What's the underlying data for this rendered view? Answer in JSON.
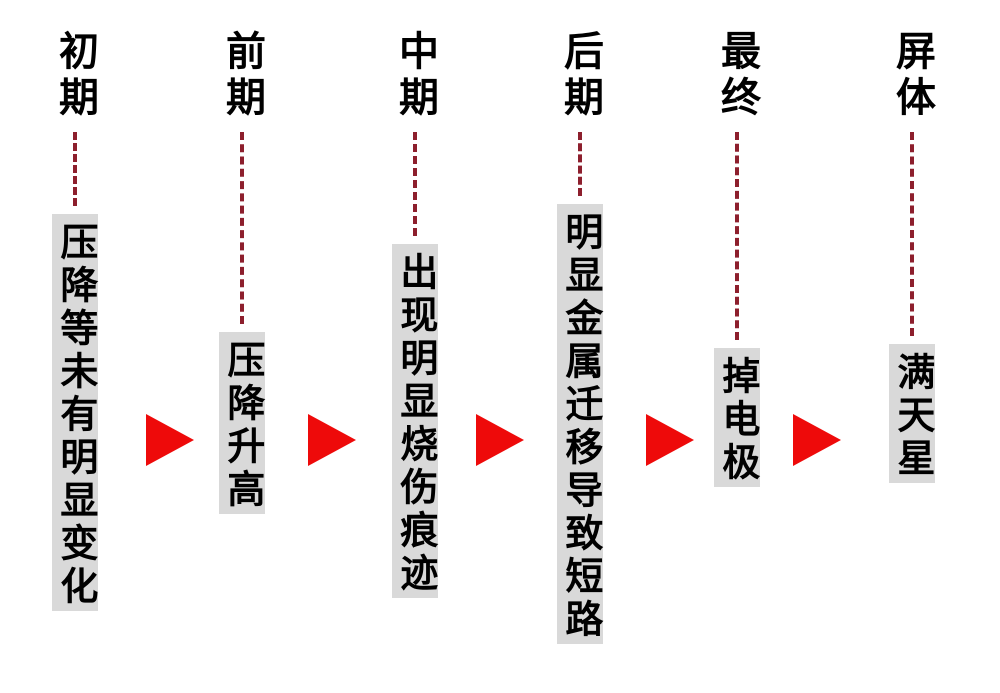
{
  "diagram": {
    "colors": {
      "background": "#ffffff",
      "dash_color": "#8d1f2d",
      "arrow_red": "#ee0a0a",
      "highlight_gray": "#d9d9d9"
    },
    "stages": [
      {
        "label": "初期",
        "description": "压降等未有明显变化"
      },
      {
        "label": "前期",
        "description": "压降升高"
      },
      {
        "label": "中期",
        "description": "出现明显烧伤痕迹"
      },
      {
        "label": "后期",
        "description": "明显金属迁移导致短路"
      },
      {
        "label": "最终",
        "description": "掉电极"
      },
      {
        "label": "屏体",
        "description": "满天星"
      }
    ]
  }
}
